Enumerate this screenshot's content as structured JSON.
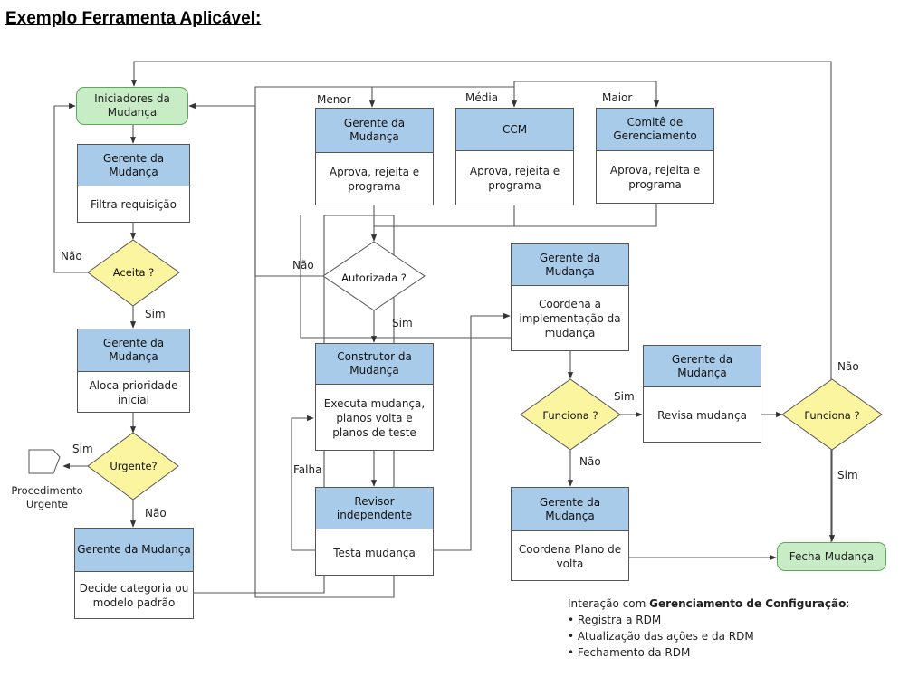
{
  "page_title": "Exemplo Ferramenta Aplicável:",
  "nodes": {
    "iniciadores": "Iniciadores da Mudança",
    "gerente_filtra": {
      "header": "Gerente da Mudança",
      "body": "Filtra requisição"
    },
    "aceita": "Aceita ?",
    "gerente_aloca": {
      "header": "Gerente da Mudança",
      "body": "Aloca prioridade inicial"
    },
    "urgente": "Urgente?",
    "procedimento_urgente": "Procedimento Urgente",
    "gerente_decide": {
      "header": "Gerente da Mudança",
      "body": "Decide categoria ou modelo padrão"
    },
    "gerente_aprova": {
      "header": "Gerente da Mudança",
      "body": "Aprova, rejeita e programa"
    },
    "ccm": {
      "header": "CCM",
      "body": "Aprova, rejeita e programa"
    },
    "comite": {
      "header": "Comitê de Gerenciamento",
      "body": "Aprova, rejeita e programa"
    },
    "autorizada": "Autorizada ?",
    "construtor": {
      "header": "Construtor da Mudança",
      "body": "Executa mudança, planos volta e planos de teste"
    },
    "revisor": {
      "header": "Revisor independente",
      "body": "Testa mudança"
    },
    "gerente_coordena": {
      "header": "Gerente da Mudança",
      "body": "Coordena a implementação da mudança"
    },
    "funciona_1": "Funciona ?",
    "gerente_revisa": {
      "header": "Gerente da Mudança",
      "body": "Revisa mudança"
    },
    "funciona_2": "Funciona ?",
    "gerente_volta": {
      "header": "Gerente da Mudança",
      "body": "Coordena Plano de volta"
    },
    "fecha": "Fecha Mudança"
  },
  "labels": {
    "nao_aceita": "Não",
    "sim_aceita": "Sim",
    "sim_urgente": "Sim",
    "nao_urgente": "Não",
    "menor": "Menor",
    "media": "Média",
    "maior": "Maior",
    "nao_autorizada": "Não",
    "sim_autorizada": "Sim",
    "falha": "Falha",
    "sim_funciona1": "Sim",
    "nao_funciona1": "Não",
    "nao_funciona2": "Não",
    "sim_funciona2": "Sim"
  },
  "legend": {
    "intro": "Interação com",
    "bold": "Gerenciamento de Configuração",
    "colon": ":",
    "items": [
      "Registra a RDM",
      "Atualização das ações e da RDM",
      "Fechamento da RDM"
    ]
  },
  "colors": {
    "header": "#a9cbea",
    "diamond": "#fbf5a0",
    "terminal": "#c8ecc6",
    "line": "#555555"
  }
}
